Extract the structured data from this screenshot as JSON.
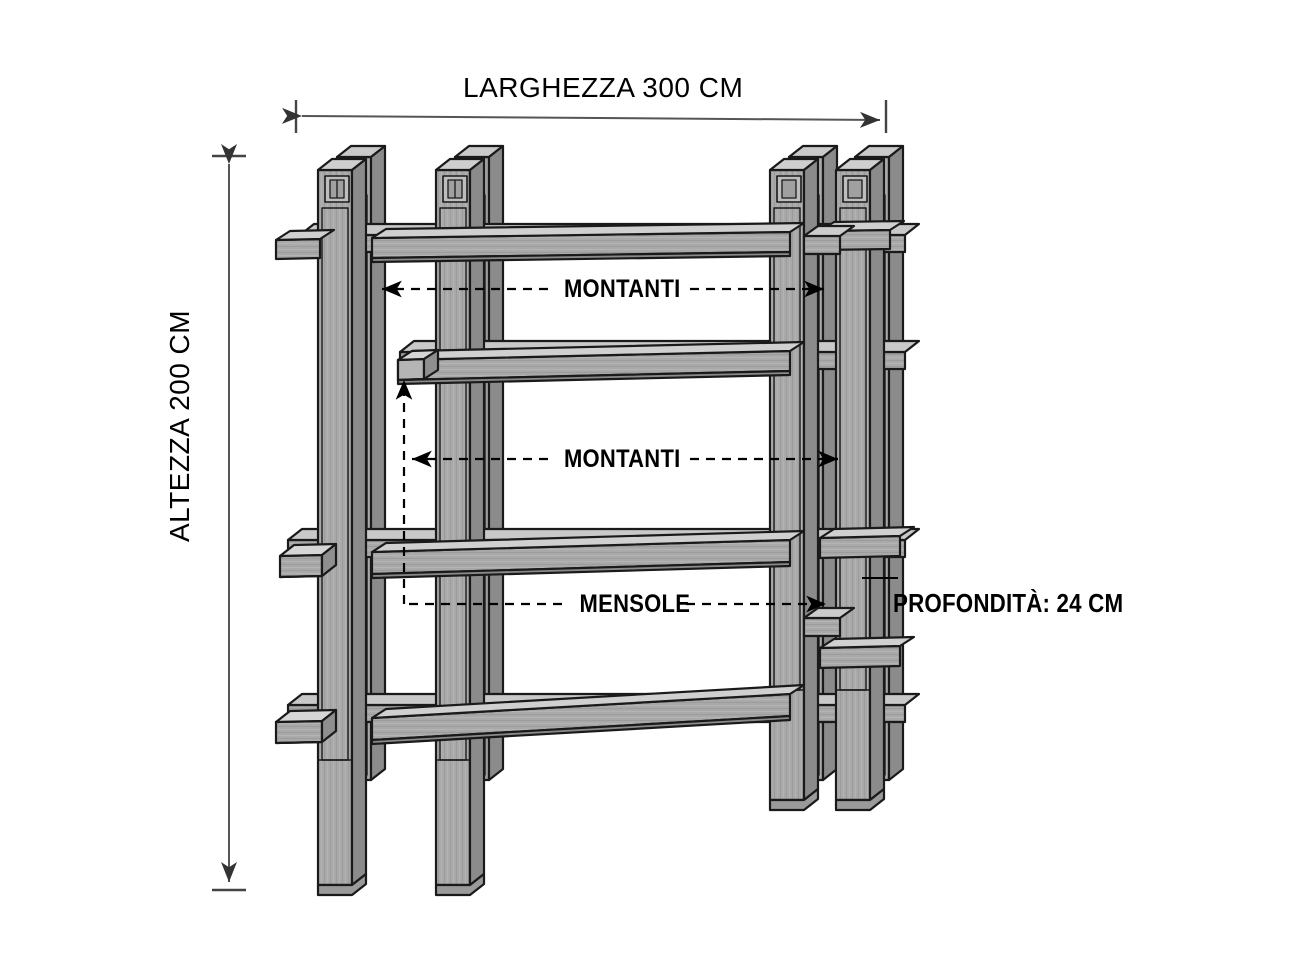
{
  "diagram": {
    "title_visible": false,
    "product": "scaffale-in-legno",
    "language": "it"
  },
  "dimensions": {
    "width_label": "LARGHEZZA 300 CM",
    "height_label": "ALTEZZA 200 CM",
    "depth_label": "PROFONDITÀ: 24 CM",
    "width_value": 300,
    "height_value": 200,
    "depth_value": 24,
    "unit": "CM"
  },
  "callouts": [
    {
      "id": "montanti-top",
      "label": "MONTANTI"
    },
    {
      "id": "montanti-mid",
      "label": "MONTANTI"
    },
    {
      "id": "mensole",
      "label": "MENSOLE"
    }
  ],
  "colors": {
    "wood_face": "#a9a9a9",
    "wood_light": "#c3c3c3",
    "wood_dark": "#8e8e8e",
    "wood_shadow": "#7e7e7e",
    "outline": "#1a1a1a",
    "background": "#ffffff",
    "dimension_line": "#555555",
    "callout_line": "#000000",
    "text": "#000000"
  },
  "structure": {
    "post_count": 8,
    "shelf_count": 4,
    "note": "isometric line drawing of a four-shelf wooden rack with paired vertical posts"
  }
}
